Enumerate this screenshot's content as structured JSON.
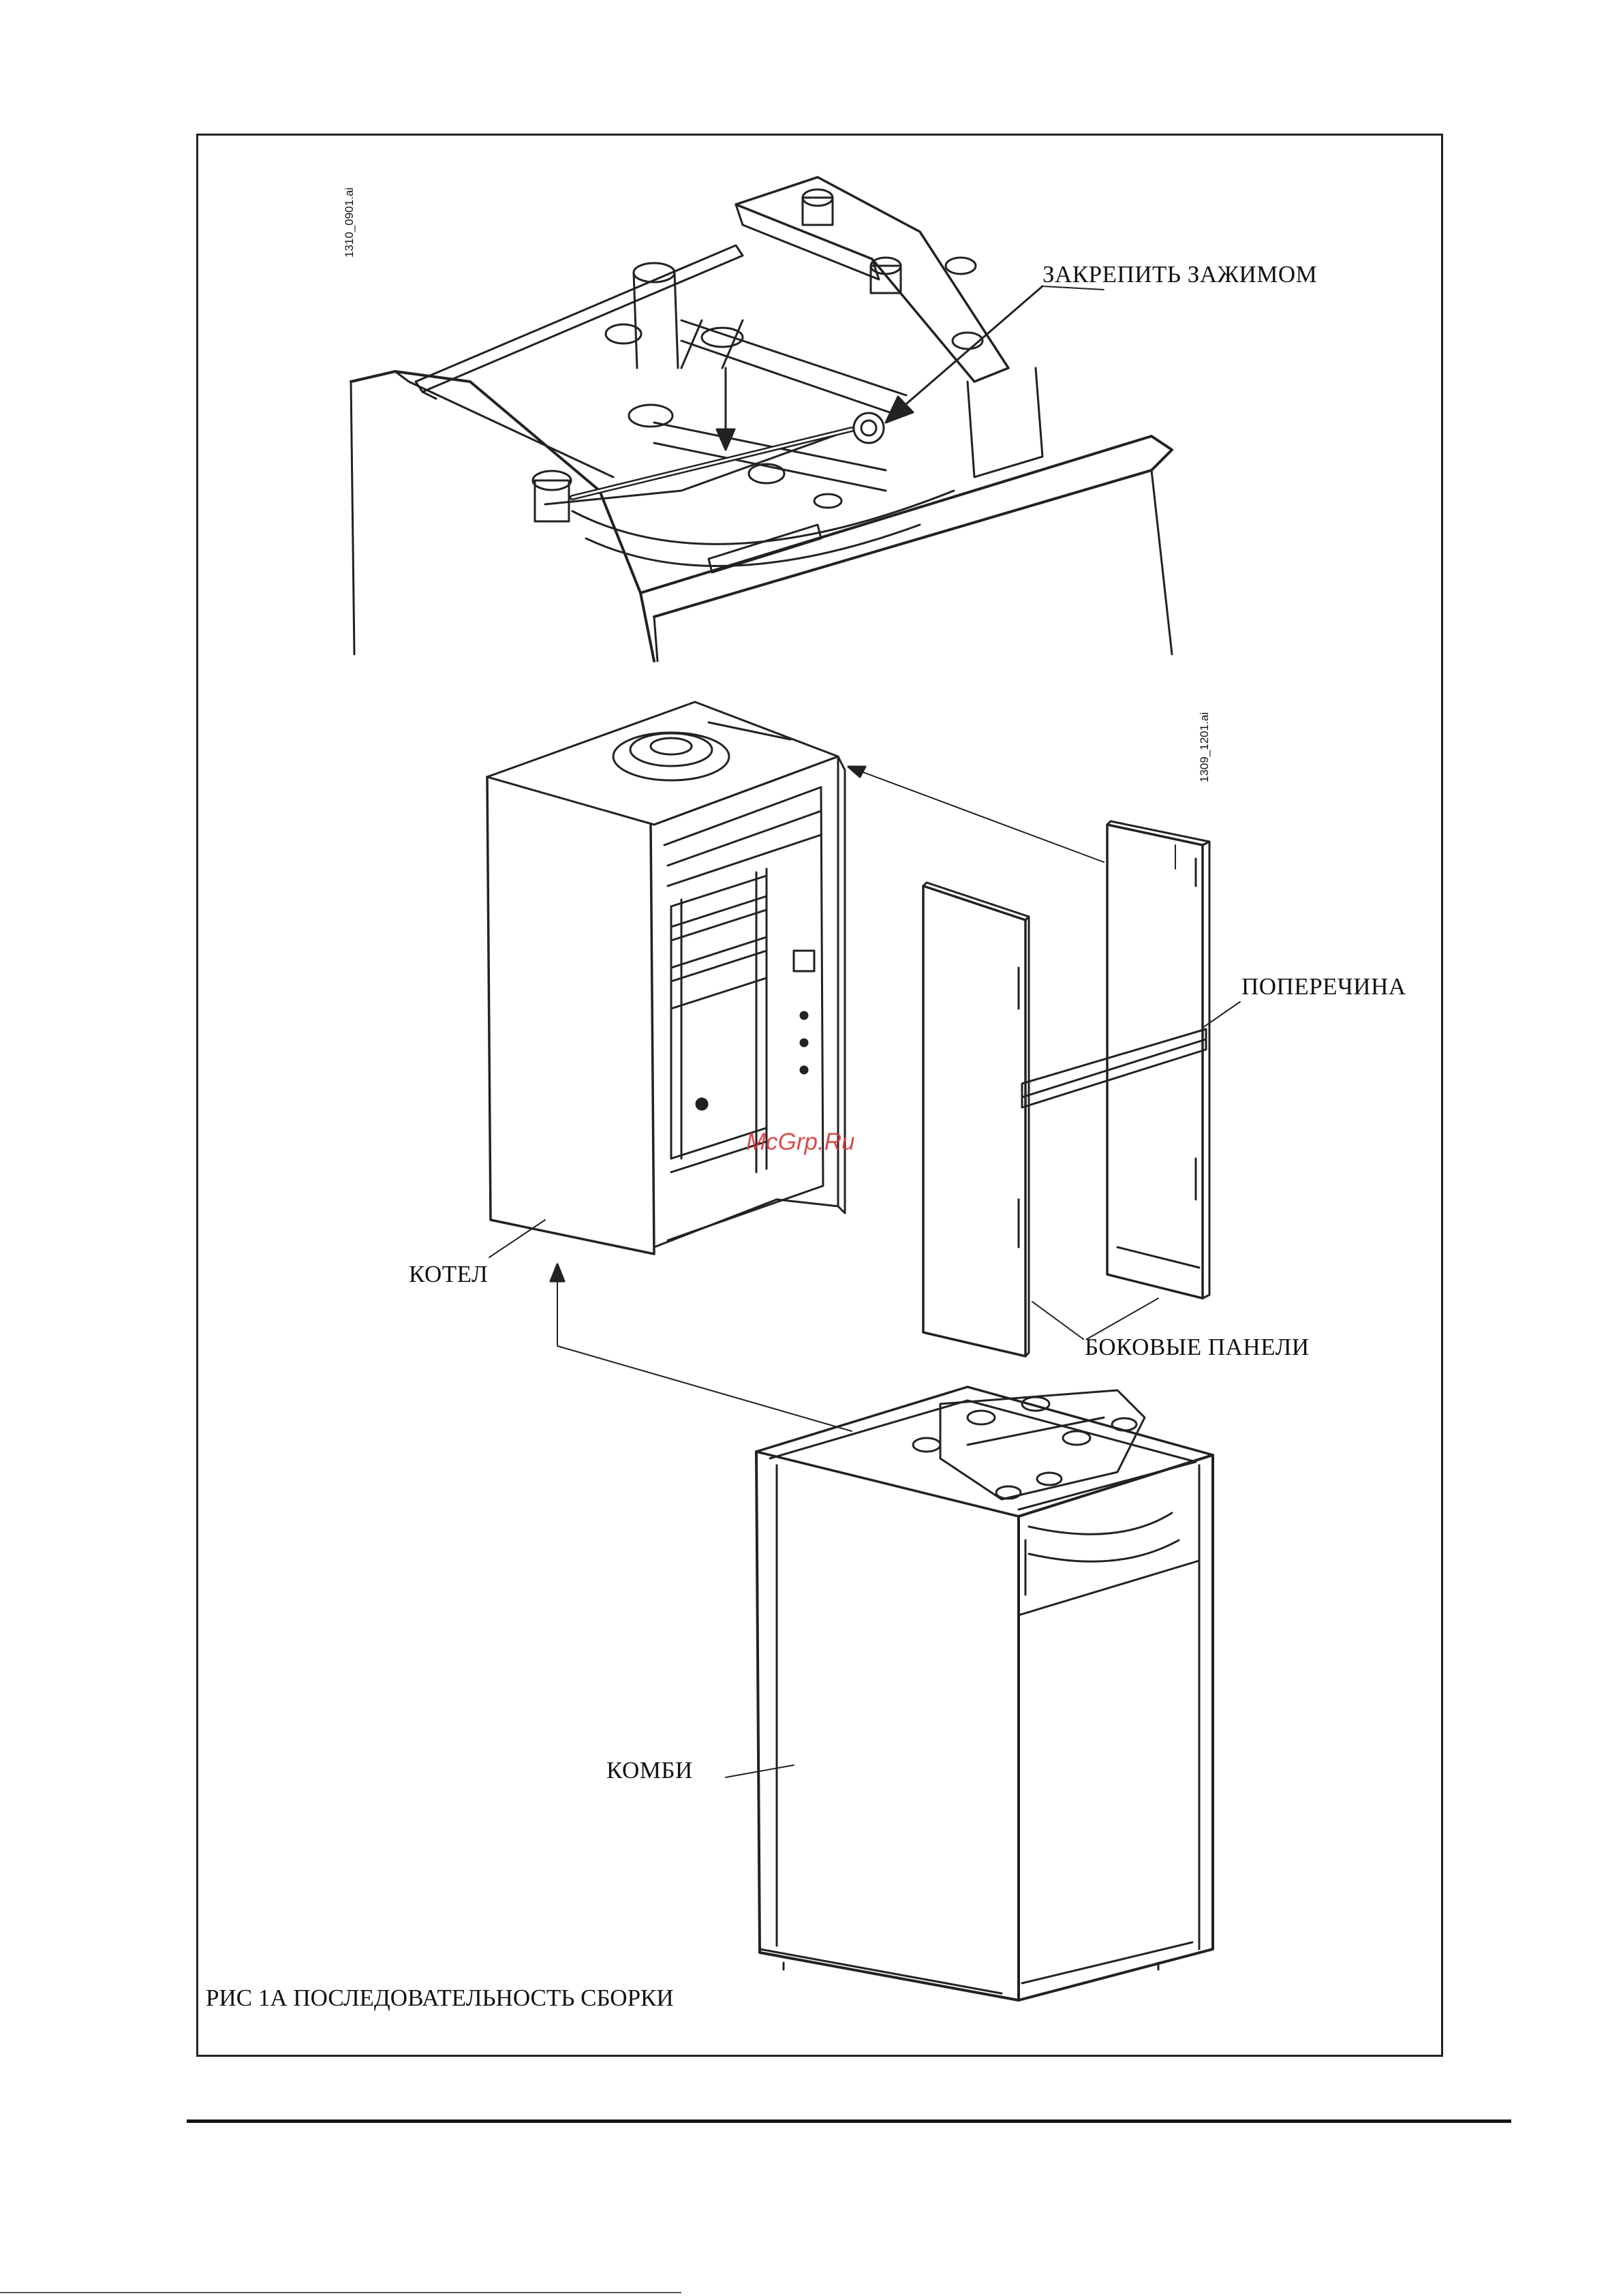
{
  "figure": {
    "caption": "РИС 1А ПОСЛЕДОВАТЕЛЬНОСТЬ СБОРКИ",
    "file_ids": [
      "1310_0901.ai",
      "1309_1201.ai"
    ],
    "labels": {
      "clamp": "ЗАКРЕПИТЬ ЗАЖИМОМ",
      "crossbar": "ПОПЕРЕЧИНА",
      "boiler": "КОТЕЛ",
      "side_panels": "БОКОВЫЕ ПАНЕЛИ",
      "combi": "КОМБИ"
    }
  },
  "watermark": "McGrp.Ru"
}
